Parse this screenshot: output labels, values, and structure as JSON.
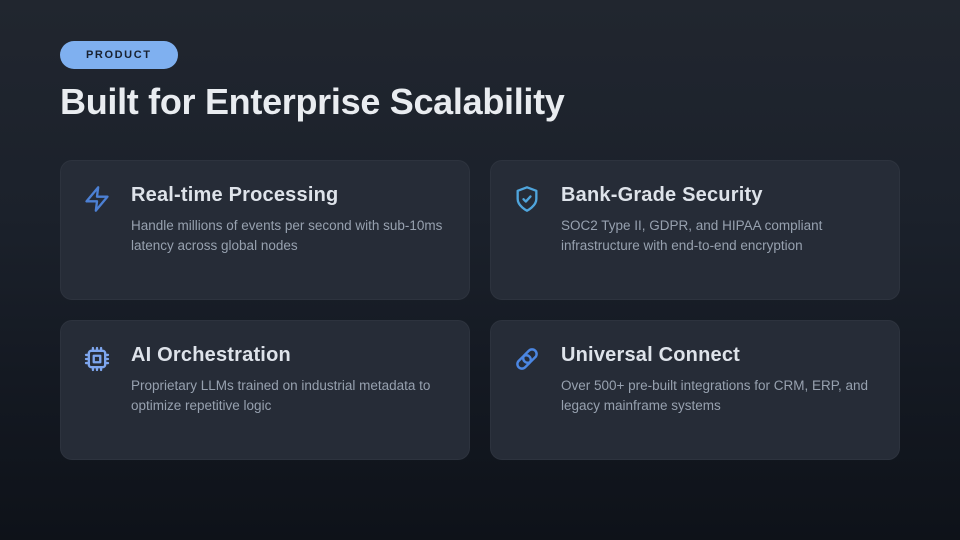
{
  "header": {
    "badge_label": "PRODUCT",
    "title": "Built for Enterprise Scalability"
  },
  "colors": {
    "background_top": "#21262f",
    "background_bottom": "#0e1219",
    "badge_background": "#7fb0f0",
    "badge_text": "#182130",
    "card_background": "#262c37",
    "title_text": "#e9ecf0",
    "card_title_text": "#dee3ea",
    "card_description_text": "#97a1af"
  },
  "cards": [
    {
      "icon": "zap-icon",
      "icon_color": "#4c80d4",
      "title": "Real-time Processing",
      "description": "Handle millions of events per second with sub-10ms latency across global nodes"
    },
    {
      "icon": "shield-check-icon",
      "icon_color": "#4fa5dc",
      "title": "Bank-Grade Security",
      "description": "SOC2 Type II, GDPR, and HIPAA compliant infrastructure with end-to-end encryption"
    },
    {
      "icon": "cpu-chip-icon",
      "icon_color": "#7ea6ee",
      "title": "AI Orchestration",
      "description": "Proprietary LLMs trained on industrial metadata to optimize repetitive logic"
    },
    {
      "icon": "link-icon",
      "icon_color": "#4b86e2",
      "title": "Universal Connect",
      "description": "Over 500+ pre-built integrations for CRM, ERP, and legacy mainframe systems"
    }
  ]
}
